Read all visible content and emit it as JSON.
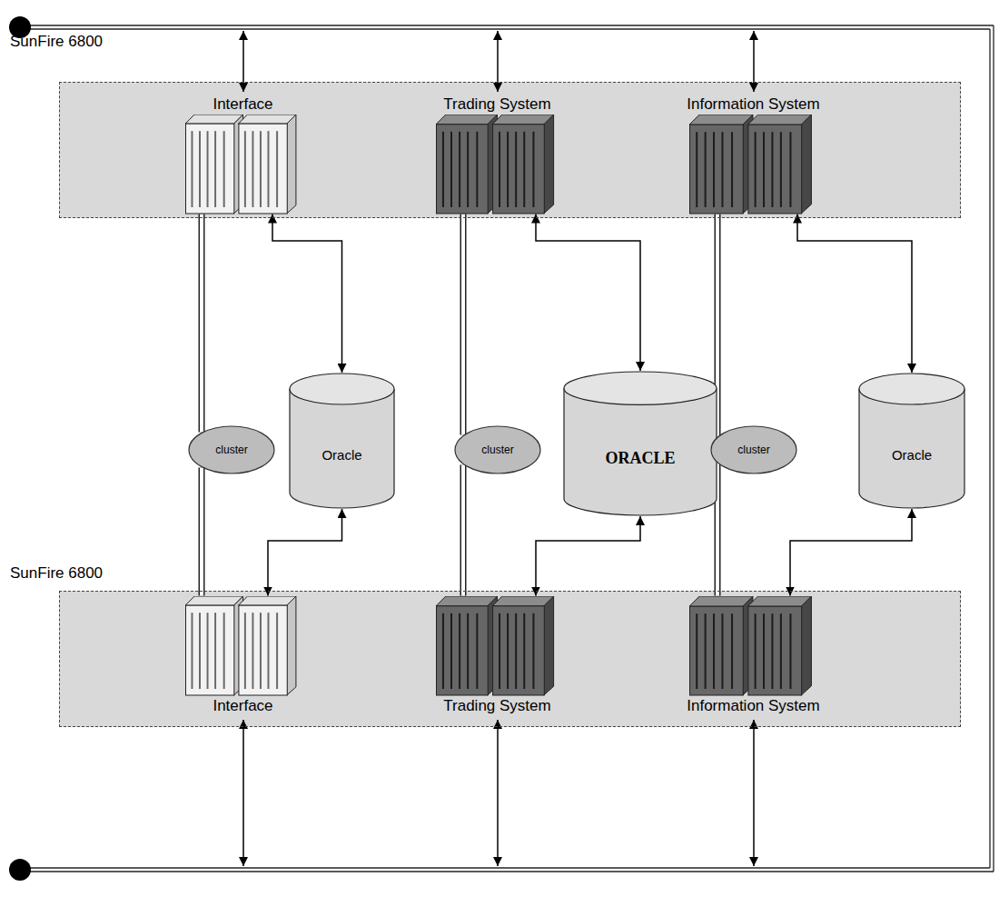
{
  "diagram": {
    "nodes": [
      {
        "text": [
          "SunFire 6800"
        ]
      },
      {
        "text": [
          "Interface"
        ],
        "in": 0
      },
      {
        "text": [
          "Trading System"
        ],
        "in": 0
      },
      {
        "text": [
          "Information System"
        ],
        "in": 0
      },
      {
        "text": [
          "cluster"
        ]
      },
      {
        "text": [
          "Oracle"
        ]
      },
      {
        "text": [
          "cluster"
        ]
      },
      {
        "text": [
          "ORACLE"
        ]
      },
      {
        "text": [
          "cluster"
        ]
      },
      {
        "text": [
          "Oracle"
        ]
      },
      {
        "text": [
          "SunFire 6800"
        ]
      },
      {
        "text": [
          "Interface"
        ],
        "in": 10
      },
      {
        "text": [
          "Trading System"
        ],
        "in": 10
      },
      {
        "text": [
          "Information System"
        ],
        "in": 10
      }
    ],
    "edges": [
      {
        "from": 1,
        "to": 4,
        "arrow": "none"
      },
      {
        "from": 4,
        "to": 11,
        "arrow": "none"
      },
      {
        "from": 2,
        "to": 6,
        "arrow": "none"
      },
      {
        "from": 6,
        "to": 12,
        "arrow": "none"
      },
      {
        "from": 3,
        "to": 8,
        "arrow": "none"
      },
      {
        "from": 8,
        "to": 13,
        "arrow": "none"
      },
      {
        "from": 1,
        "to": 5,
        "arrow": "both"
      },
      {
        "from": 11,
        "to": 5,
        "arrow": "both"
      },
      {
        "from": 2,
        "to": 7,
        "arrow": "both"
      },
      {
        "from": 12,
        "to": 7,
        "arrow": "both"
      },
      {
        "from": 3,
        "to": 9,
        "arrow": "both"
      },
      {
        "from": 13,
        "to": 9,
        "arrow": "both"
      }
    ]
  }
}
